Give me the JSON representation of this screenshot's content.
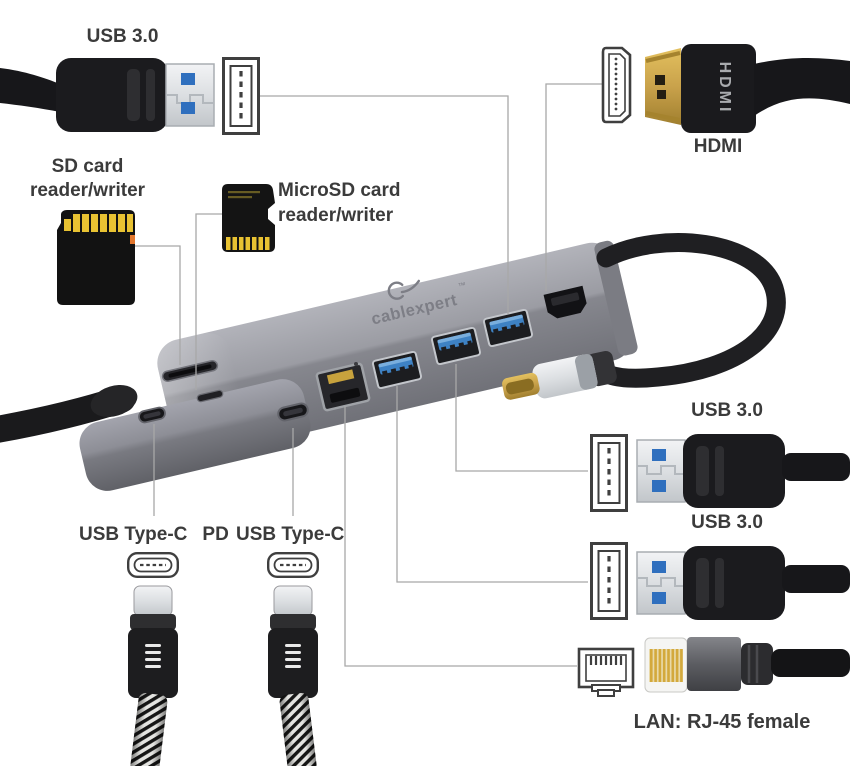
{
  "labels": {
    "usb3_top": "USB 3.0",
    "sd": [
      "SD card",
      "reader/writer"
    ],
    "microsd": [
      "MicroSD card",
      "reader/writer"
    ],
    "hdmi": "HDMI",
    "usb_type_c": "USB Type-C",
    "pd": "PD",
    "usb_type_c2": "USB Type-C",
    "usb3_right_1": "USB 3.0",
    "usb3_right_2": "USB 3.0",
    "lan": "LAN: RJ-45 female"
  },
  "hub": {
    "logo": "cablexpert",
    "tm": "™",
    "hdmi_plug_text": "HDMI"
  },
  "colors": {
    "hub_gray": "#9b9ca3",
    "accent_blue": "#3e82c4",
    "plug_blue": "#2f6fbe",
    "sd_pin_gold": "#e8c232",
    "hdmi_gold": "#c9a24b",
    "cable_black": "#1a1a1c",
    "callout_line": "#a8a8a8",
    "label_text": "#3b3b3b"
  }
}
